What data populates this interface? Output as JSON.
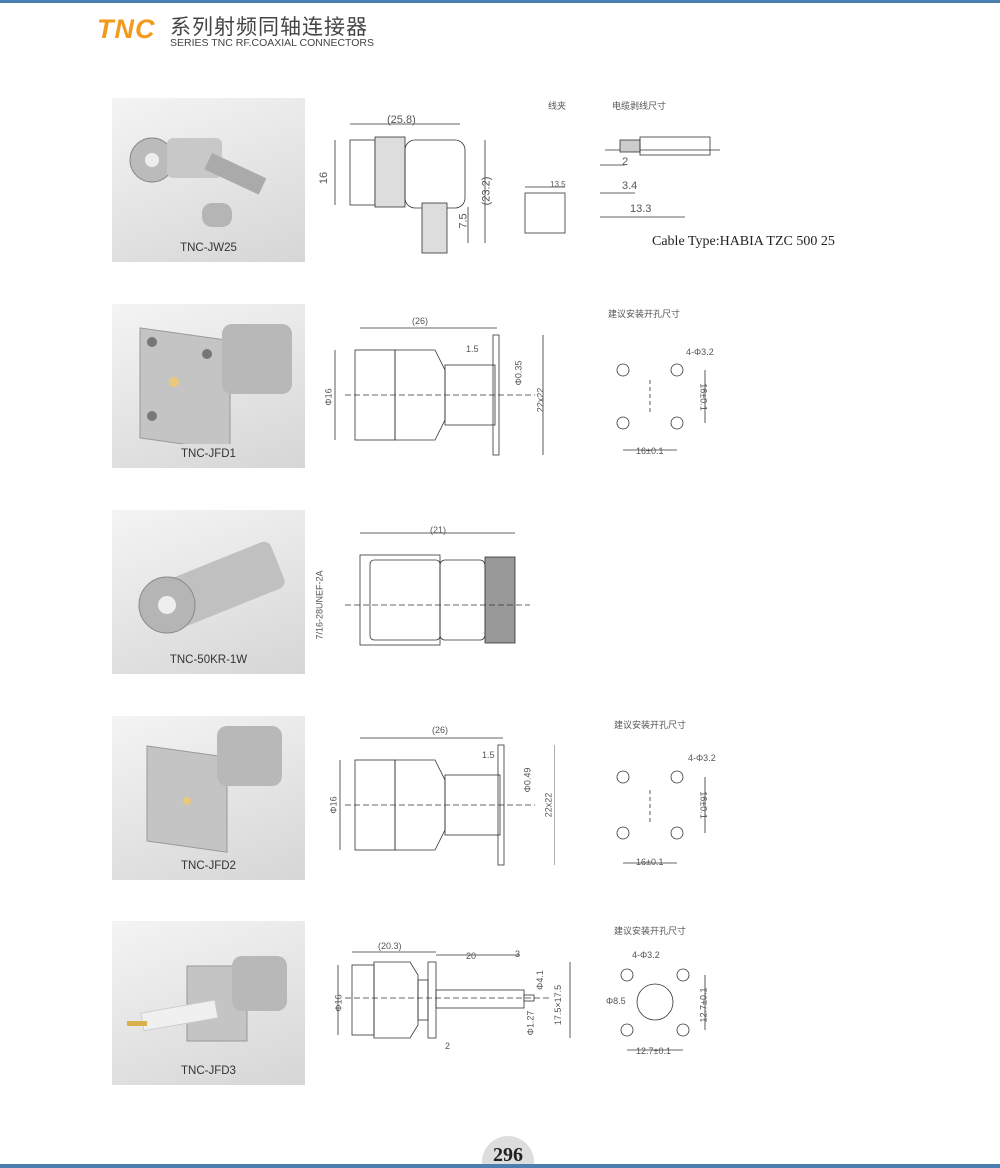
{
  "header": {
    "brand": "TNC",
    "title_cn": "系列射频同轴连接器",
    "title_en": "SERIES TNC  RF.COAXIAL CONNECTORS"
  },
  "products": [
    {
      "model": "TNC-JW25",
      "dims": {
        "length": "(25.8)",
        "dia": "16",
        "height": "(23.2)",
        "tail": "7.5"
      },
      "ferrule_label": "线夹",
      "ferrule_dim": "13.5",
      "strip_label": "电缆剥线尺寸",
      "strip_dims": [
        "2",
        "3.4",
        "13.3"
      ],
      "cable_type": "Cable Type:HABIA TZC  500  25"
    },
    {
      "model": "TNC-JFD1",
      "dims": {
        "length": "(26)",
        "flange": "1.5",
        "dia": "Φ16",
        "pin": "Φ0.35",
        "square": "22x22"
      },
      "hole_label": "建议安装开孔尺寸",
      "hole": {
        "holes": "4-Φ3.2",
        "v": "16±0.1",
        "h": "16±0.1"
      }
    },
    {
      "model": "TNC-50KR-1W",
      "dims": {
        "length": "(21)",
        "thread": "7/16-28UNEF-2A"
      }
    },
    {
      "model": "TNC-JFD2",
      "dims": {
        "length": "(26)",
        "flange": "1.5",
        "dia": "Φ16",
        "pin": "Φ0.49",
        "square": "22x22"
      },
      "hole_label": "建议安装开孔尺寸",
      "hole": {
        "holes": "4-Φ3.2",
        "v": "16±0.1",
        "h": "16±0.1"
      }
    },
    {
      "model": "TNC-JFD3",
      "dims": {
        "length": "(20.3)",
        "ext": "20",
        "tip": "3",
        "dia": "Φ16",
        "d1": "Φ4.1",
        "d2": "Φ1.27",
        "square": "17.5×17.5",
        "flange": "2"
      },
      "hole_label": "建议安装开孔尺寸",
      "hole": {
        "holes": "4-Φ3.2",
        "center": "Φ8.5",
        "v": "12.7±0.1",
        "h": "12.7±0.1"
      }
    }
  ],
  "page_number": "296"
}
